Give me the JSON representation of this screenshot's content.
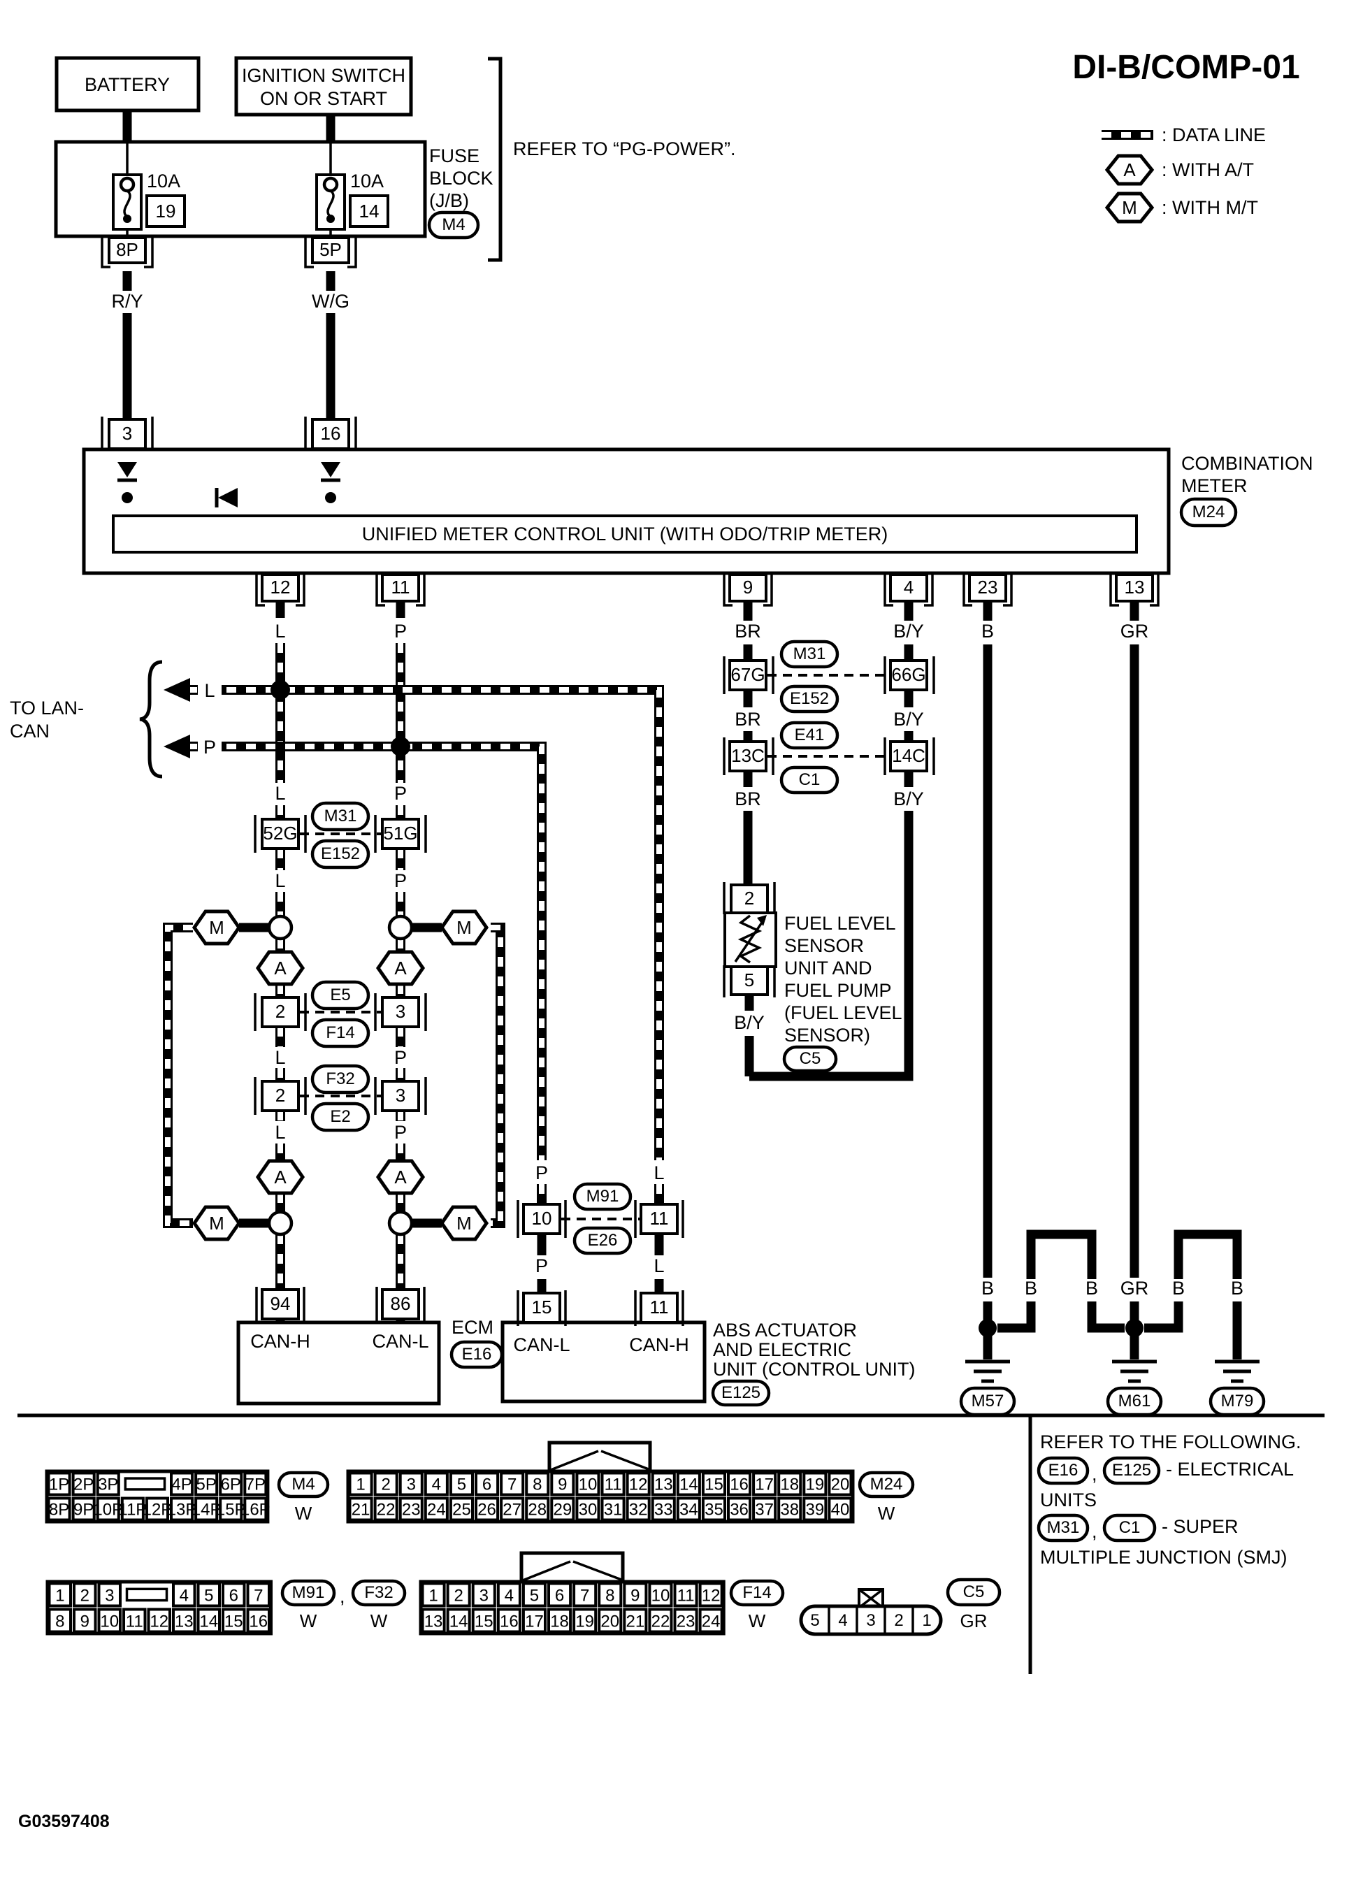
{
  "title": "DI-B/COMP-01",
  "legend": {
    "data_line": ": DATA LINE",
    "with_at": ": WITH A/T",
    "with_mt": ": WITH M/T"
  },
  "sym": {
    "a": "A",
    "m": "M"
  },
  "power": {
    "battery": "BATTERY",
    "ignition1": "IGNITION SWITCH",
    "ignition2": "ON OR START",
    "fuse_amp": "10A",
    "fuse1_num": "19",
    "fuse2_num": "14",
    "block1": "FUSE",
    "block2": "BLOCK",
    "block3": "(J/B)",
    "refer": "REFER TO “PG-POWER”.",
    "c8p": "8P",
    "c5p": "5P"
  },
  "wires": {
    "l": "L",
    "p": "P",
    "br": "BR",
    "by": "B/Y",
    "b": "B",
    "gr": "GR",
    "ry": "R/Y",
    "wg": "W/G"
  },
  "meter": {
    "c3": "3",
    "c16": "16",
    "name1": "COMBINATION",
    "name2": "METER",
    "unit": "UNIFIED METER CONTROL UNIT (WITH ODO/TRIP METER)",
    "c12": "12",
    "c11": "11",
    "c9": "9",
    "c4": "4",
    "c23": "23",
    "c13": "13"
  },
  "lan": {
    "line1": "TO LAN-",
    "line2": "CAN"
  },
  "can": {
    "g52": "52G",
    "g51": "51G",
    "p1l": "2",
    "p1r": "3",
    "p2l": "2",
    "p2r": "3",
    "c94": "94",
    "c86": "86",
    "canh": "CAN-H",
    "canl": "CAN-L",
    "ecm": "ECM"
  },
  "abs": {
    "c10": "10",
    "c11": "11",
    "c15": "15",
    "c11b": "11",
    "canl": "CAN-L",
    "canh": "CAN-H",
    "name1": "ABS ACTUATOR",
    "name2": "AND ELECTRIC",
    "name3": "UNIT (CONTROL UNIT)"
  },
  "fuel": {
    "g67": "67G",
    "g66": "66G",
    "c13c": "13C",
    "c14c": "14C",
    "c2": "2",
    "c5": "5",
    "name1": "FUEL LEVEL",
    "name2": "SENSOR",
    "name3": "UNIT AND",
    "name4": "FUEL PUMP",
    "name5": "(FUEL LEVEL",
    "name6": "SENSOR)"
  },
  "refs": {
    "m4": "M4",
    "m24": "M24",
    "m31": "M31",
    "e152": "E152",
    "e41": "E41",
    "c1": "C1",
    "e5": "E5",
    "f14": "F14",
    "f32": "F32",
    "e2": "E2",
    "m91": "M91",
    "e26": "E26",
    "e16": "E16",
    "e125": "E125",
    "c5": "C5",
    "m57": "M57",
    "m61": "M61",
    "m79": "M79"
  },
  "tables": {
    "m4": {
      "row1": [
        "1P",
        "2P",
        "3P",
        "4P",
        "5P",
        "6P",
        "7P"
      ],
      "row2": [
        "8P",
        "9P",
        "10P",
        "11P",
        "12P",
        "13P",
        "14P",
        "15P",
        "16P"
      ],
      "color": "W"
    },
    "m24": {
      "row1": [
        "1",
        "2",
        "3",
        "4",
        "5",
        "6",
        "7",
        "8",
        "9",
        "10",
        "11",
        "12",
        "13",
        "14",
        "15",
        "16",
        "17",
        "18",
        "19",
        "20"
      ],
      "row2": [
        "21",
        "22",
        "23",
        "24",
        "25",
        "26",
        "27",
        "28",
        "29",
        "30",
        "31",
        "32",
        "33",
        "34",
        "35",
        "36",
        "37",
        "38",
        "39",
        "40"
      ],
      "color": "W"
    },
    "m91f32": {
      "row1": [
        "1",
        "2",
        "3",
        "4",
        "5",
        "6",
        "7"
      ],
      "row2": [
        "8",
        "9",
        "10",
        "11",
        "12",
        "13",
        "14",
        "15",
        "16"
      ],
      "color1": "W",
      "color2": "W"
    },
    "f14": {
      "row1": [
        "1",
        "2",
        "3",
        "4",
        "5",
        "6",
        "7",
        "8",
        "9",
        "10",
        "11",
        "12"
      ],
      "row2": [
        "13",
        "14",
        "15",
        "16",
        "17",
        "18",
        "19",
        "20",
        "21",
        "22",
        "23",
        "24"
      ],
      "color": "W"
    },
    "c5": {
      "cells": [
        "5",
        "4",
        "3",
        "2",
        "1"
      ],
      "color": "GR"
    },
    "comma": ","
  },
  "footer": {
    "refer": "REFER TO THE FOLLOWING.",
    "electrical": "- ELECTRICAL",
    "units": "UNITS",
    "super": "- SUPER",
    "smj": "MULTIPLE JUNCTION (SMJ)",
    "comma": ","
  },
  "part_number": "G03597408"
}
